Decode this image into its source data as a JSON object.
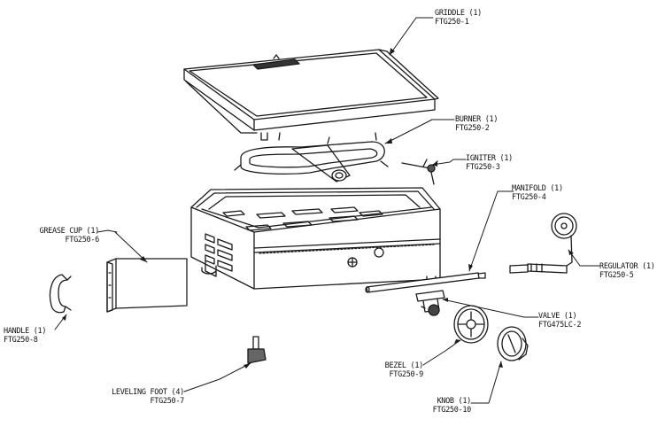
{
  "parts": [
    {
      "id": "griddle",
      "name": "GRIDDLE (1)",
      "code": "FTG250-1"
    },
    {
      "id": "burner",
      "name": "BURNER (1)",
      "code": "FTG250-2"
    },
    {
      "id": "igniter",
      "name": "IGNITER (1)",
      "code": "FTG250-3"
    },
    {
      "id": "manifold",
      "name": "MANIFOLD (1)",
      "code": "FTG250-4"
    },
    {
      "id": "regulator",
      "name": "REGULATOR (1)",
      "code": "FTG250-5"
    },
    {
      "id": "grease_cup",
      "name": "GREASE CUP (1)",
      "code": "FTG250-6"
    },
    {
      "id": "leveling_foot",
      "name": "LEVELING FOOT (4)",
      "code": "FTG250-7"
    },
    {
      "id": "handle",
      "name": "HANDLE (1)",
      "code": "FTG250-8"
    },
    {
      "id": "bezel",
      "name": "BEZEL (1)",
      "code": "FTG250-9"
    },
    {
      "id": "knob",
      "name": "KNOB (1)",
      "code": "FTG250-10"
    },
    {
      "id": "valve",
      "name": "VALVE (1)",
      "code": "FTG475LC-2"
    }
  ]
}
